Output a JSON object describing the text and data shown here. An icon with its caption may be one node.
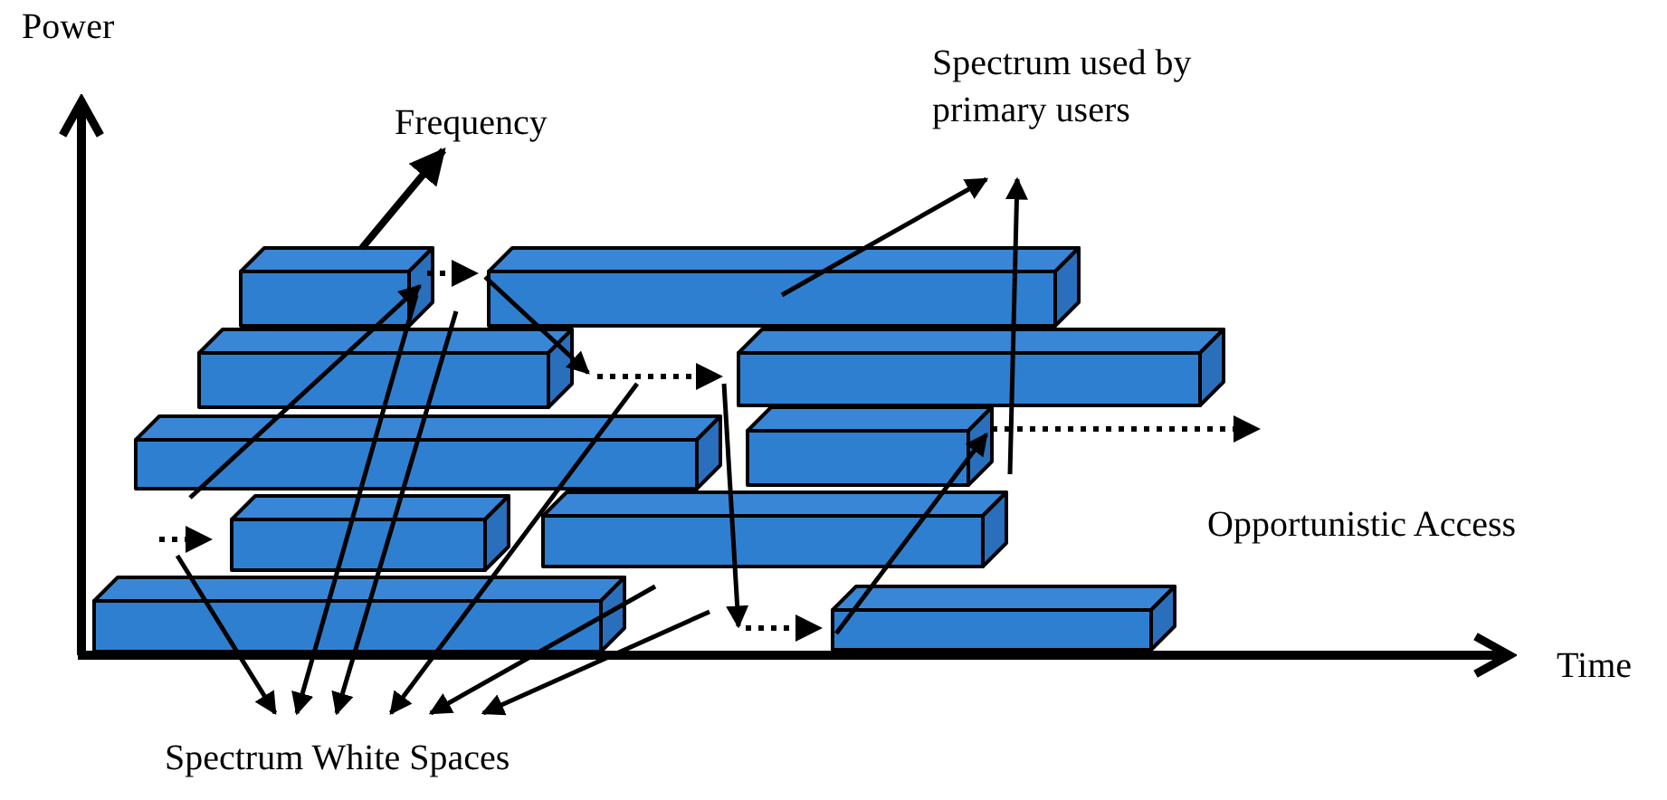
{
  "diagram": {
    "nodes": [
      {
        "text": [
          "Spectrum used by primary users"
        ]
      },
      {
        "text": [
          "Spectrum White Spaces"
        ]
      }
    ],
    "edges": [
      {
        "from": null,
        "to": 0,
        "arrow": "to"
      },
      {
        "from": null,
        "to": 0,
        "arrow": "to"
      },
      {
        "from": null,
        "to": 1,
        "arrow": "to"
      },
      {
        "from": null,
        "to": 1,
        "arrow": "to"
      },
      {
        "from": null,
        "to": 1,
        "arrow": "to"
      },
      {
        "from": null,
        "to": 1,
        "arrow": "to"
      },
      {
        "from": null,
        "to": 1,
        "arrow": "to"
      },
      {
        "from": null,
        "to": 1,
        "arrow": "to"
      }
    ],
    "labels": [
      "Power",
      "Frequency",
      "Opportunistic Access",
      "Time"
    ]
  }
}
